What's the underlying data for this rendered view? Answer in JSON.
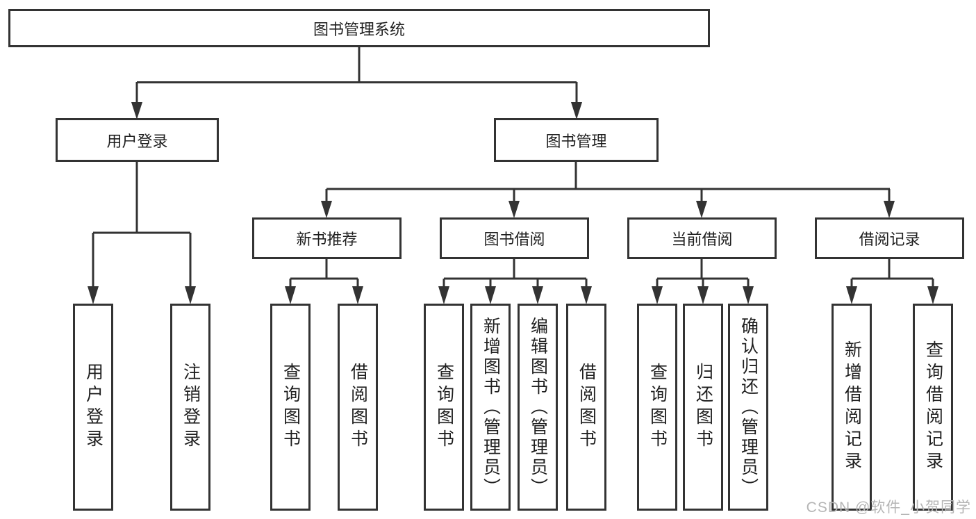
{
  "diagram": {
    "title": "图书管理系统",
    "root": {
      "label": "图书管理系统"
    },
    "level2": [
      {
        "label": "用户登录"
      },
      {
        "label": "图书管理"
      }
    ],
    "level3": [
      {
        "label": "新书推荐"
      },
      {
        "label": "图书借阅"
      },
      {
        "label": "当前借阅"
      },
      {
        "label": "借阅记录"
      }
    ],
    "leaves": {
      "user_login": [
        {
          "label": "用户登录"
        },
        {
          "label": "注销登录"
        }
      ],
      "new_book": [
        {
          "label": "查询图书"
        },
        {
          "label": "借阅图书"
        }
      ],
      "book_borrow": [
        {
          "label": "查询图书"
        },
        {
          "label": "新增图书（管理员）"
        },
        {
          "label": "编辑图书（管理员）"
        },
        {
          "label": "借阅图书"
        }
      ],
      "current_borrow": [
        {
          "label": "查询图书"
        },
        {
          "label": "归还图书"
        },
        {
          "label": "确认归还（管理员）"
        }
      ],
      "borrow_record": [
        {
          "label": "新增借阅记录"
        },
        {
          "label": "查询借阅记录"
        }
      ]
    }
  },
  "watermark": {
    "text": "CSDN @软件_小贺同学"
  },
  "colors": {
    "line": "#333333",
    "text": "#1f1f1f",
    "background": "#ffffff",
    "watermark": "#b5b5b5"
  }
}
